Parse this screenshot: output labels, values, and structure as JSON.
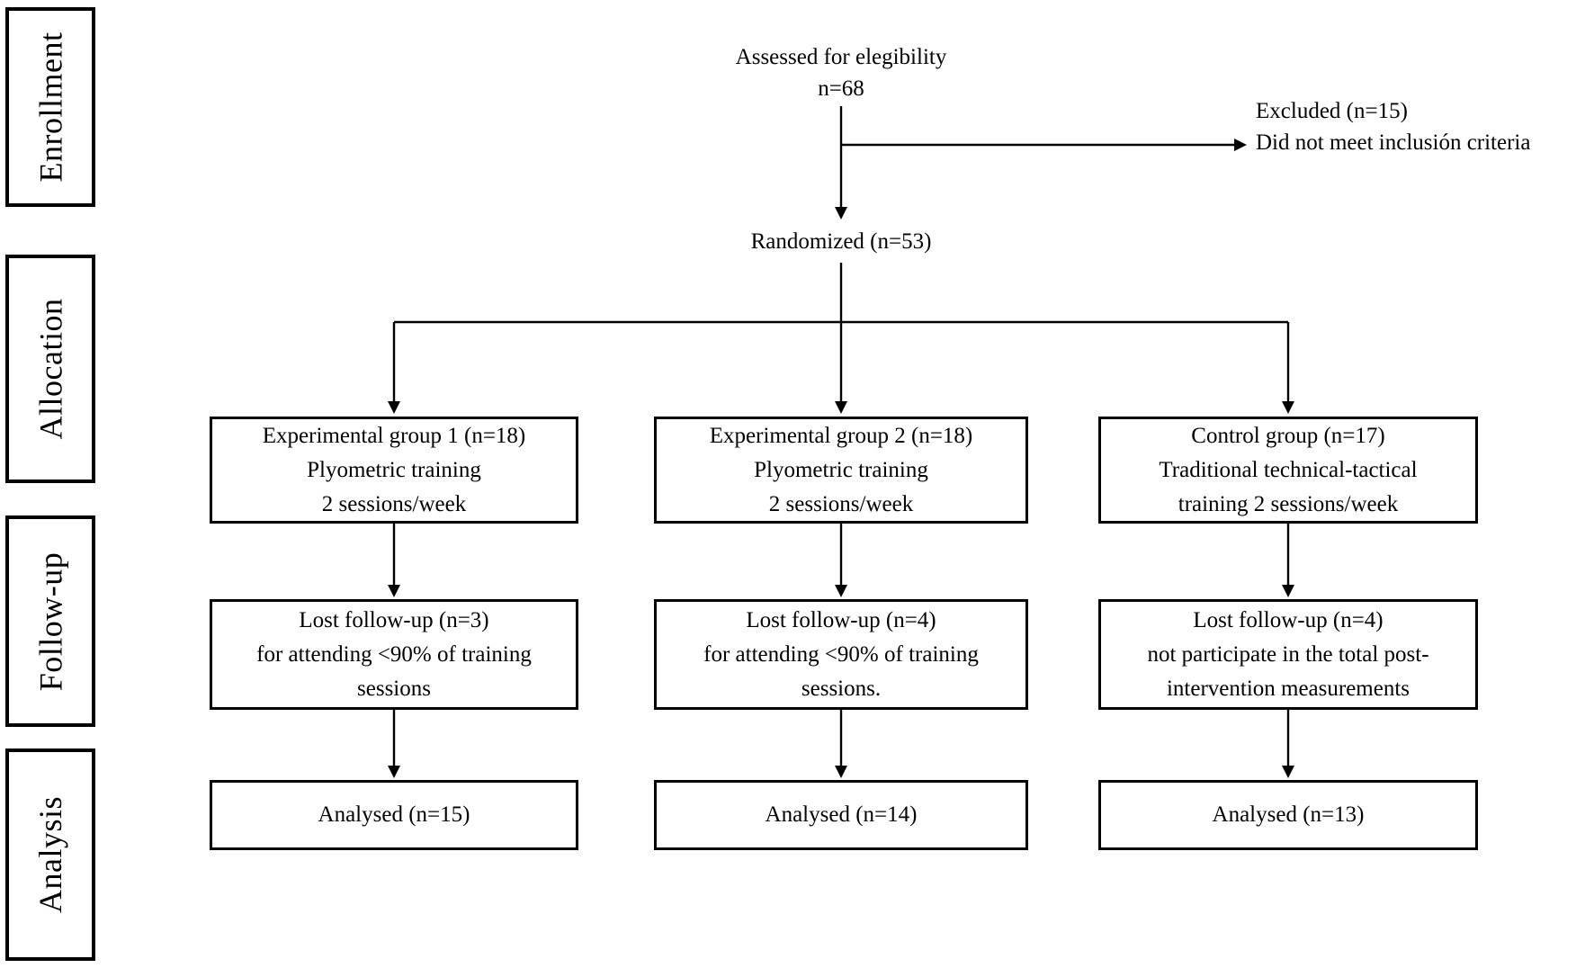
{
  "stages": [
    {
      "label": "Enrollment"
    },
    {
      "label": "Allocation"
    },
    {
      "label": "Follow-up"
    },
    {
      "label": "Analysis"
    }
  ],
  "nodes": {
    "assessed": {
      "line1": "Assessed for elegibility",
      "line2": "n=68"
    },
    "excluded": {
      "line1": "Excluded (n=15)",
      "line2": "Did not meet inclusión criteria"
    },
    "randomized": {
      "text": "Randomized (n=53)"
    },
    "allocation": [
      {
        "line1": "Experimental group 1 (n=18)",
        "line2": "Plyometric training",
        "line3": "2 sessions/week"
      },
      {
        "line1": "Experimental group 2 (n=18)",
        "line2": "Plyometric training",
        "line3": "2 sessions/week"
      },
      {
        "line1": "Control group (n=17)",
        "line2": "Traditional technical-tactical",
        "line3": "training 2 sessions/week"
      }
    ],
    "followup": [
      {
        "line1": "Lost follow-up (n=3)",
        "line2": "for attending <90% of training",
        "line3": "sessions"
      },
      {
        "line1": "Lost follow-up (n=4)",
        "line2": "for attending <90% of training",
        "line3": "sessions."
      },
      {
        "line1": "Lost follow-up (n=4)",
        "line2": "not participate in the total post-",
        "line3": "intervention measurements"
      }
    ],
    "analysis": [
      {
        "text": "Analysed (n=15)"
      },
      {
        "text": "Analysed (n=14)"
      },
      {
        "text": "Analysed (n=13)"
      }
    ]
  },
  "colors": {
    "line": "#000000",
    "text": "#000000",
    "background": "#ffffff"
  }
}
